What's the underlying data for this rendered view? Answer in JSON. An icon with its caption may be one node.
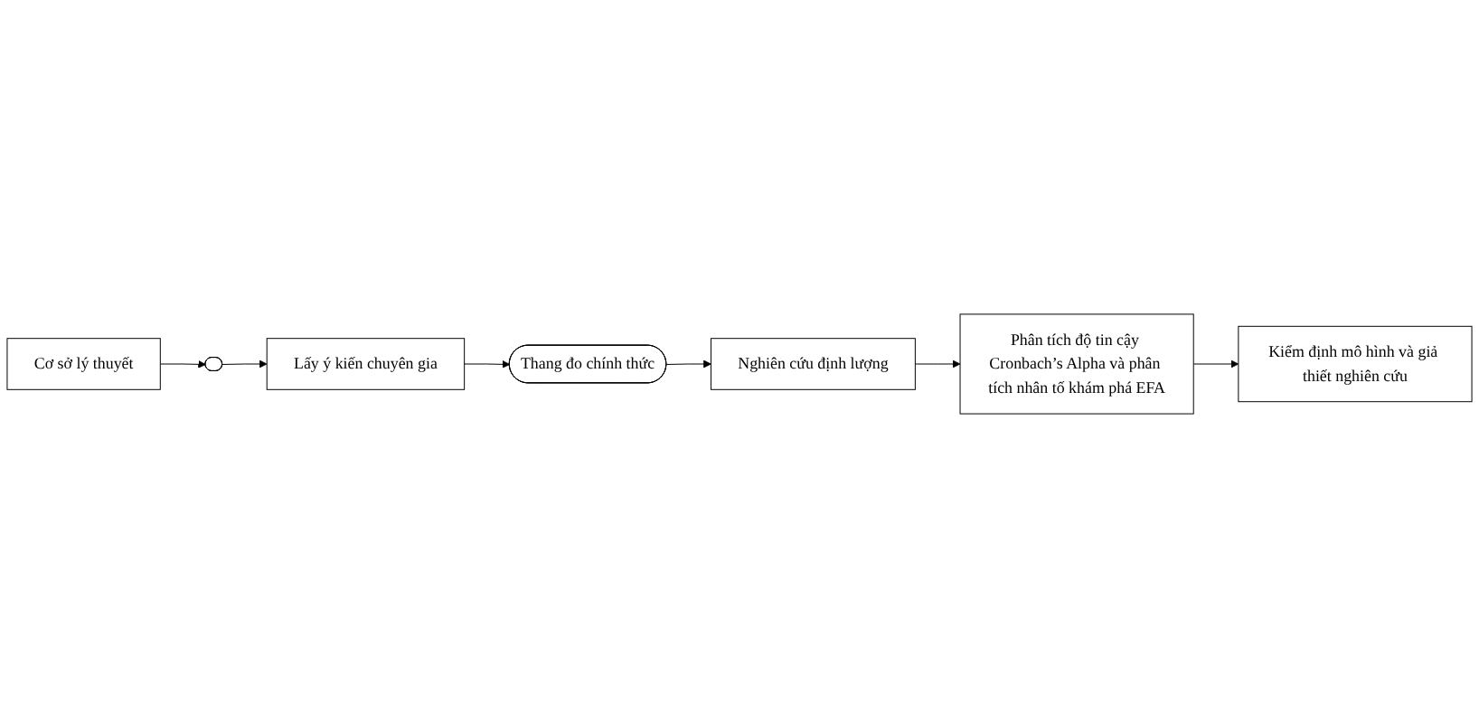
{
  "diagram": {
    "nodes": [
      {
        "text": [
          "Cơ sở lý thuyết"
        ]
      },
      {
        "text": [],
        "shape": "ellipse"
      },
      {
        "text": [
          "Lấy ý kiến chuyên gia"
        ]
      },
      {
        "text": [
          "Thang đo chính thức"
        ]
      },
      {
        "text": [
          "Nghiên cứu định lượng"
        ]
      },
      {
        "text": [
          "Phân tích độ tin cậy Cronbach’s Alpha và phân tích nhân tố khám phá EFA"
        ]
      },
      {
        "text": [
          "Kiểm định mô hình và giả thiết nghiên cứu"
        ]
      }
    ],
    "edges": [
      {
        "from": 0,
        "to": 1,
        "arrow": "to"
      },
      {
        "from": 1,
        "to": 2,
        "arrow": "to"
      },
      {
        "from": 2,
        "to": 3,
        "arrow": "to"
      },
      {
        "from": 3,
        "to": 4,
        "arrow": "to"
      },
      {
        "from": 4,
        "to": 5,
        "arrow": "to"
      },
      {
        "from": 5,
        "to": 6,
        "arrow": "to"
      }
    ]
  }
}
